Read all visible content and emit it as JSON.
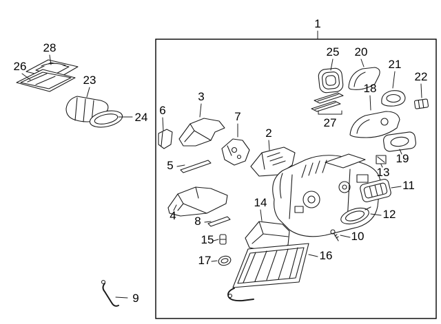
{
  "diagram": {
    "colors": {
      "background": "#ffffff",
      "line": "#000000"
    },
    "callouts": {
      "c1": "1",
      "c2": "2",
      "c3": "3",
      "c4": "4",
      "c5": "5",
      "c6": "6",
      "c7": "7",
      "c8": "8",
      "c9": "9",
      "c10": "10",
      "c11": "11",
      "c12": "12",
      "c13": "13",
      "c14": "14",
      "c15": "15",
      "c16": "16",
      "c17": "17",
      "c18": "18",
      "c19": "19",
      "c20": "20",
      "c21": "21",
      "c22": "22",
      "c23": "23",
      "c24": "24",
      "c25": "25",
      "c26": "26",
      "c27": "27",
      "c28": "28"
    }
  }
}
